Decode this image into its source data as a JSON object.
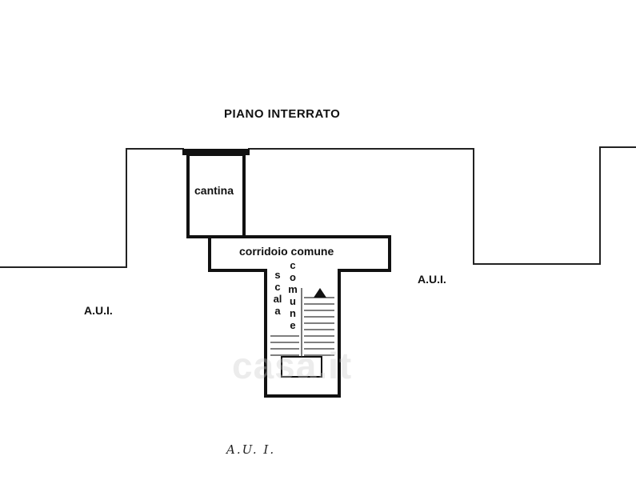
{
  "plan": {
    "title": "PIANO  INTERRATO",
    "rooms": {
      "cantina": "cantina",
      "corridoio": "corridoio comune"
    },
    "stair_labels": {
      "scala": "scala",
      "comune": "comune"
    },
    "aui_left": "A.U.I.",
    "aui_right": "A.U.I.",
    "aui_bottom_handwritten": "A.U. I.",
    "watermark": "casa.it"
  }
}
